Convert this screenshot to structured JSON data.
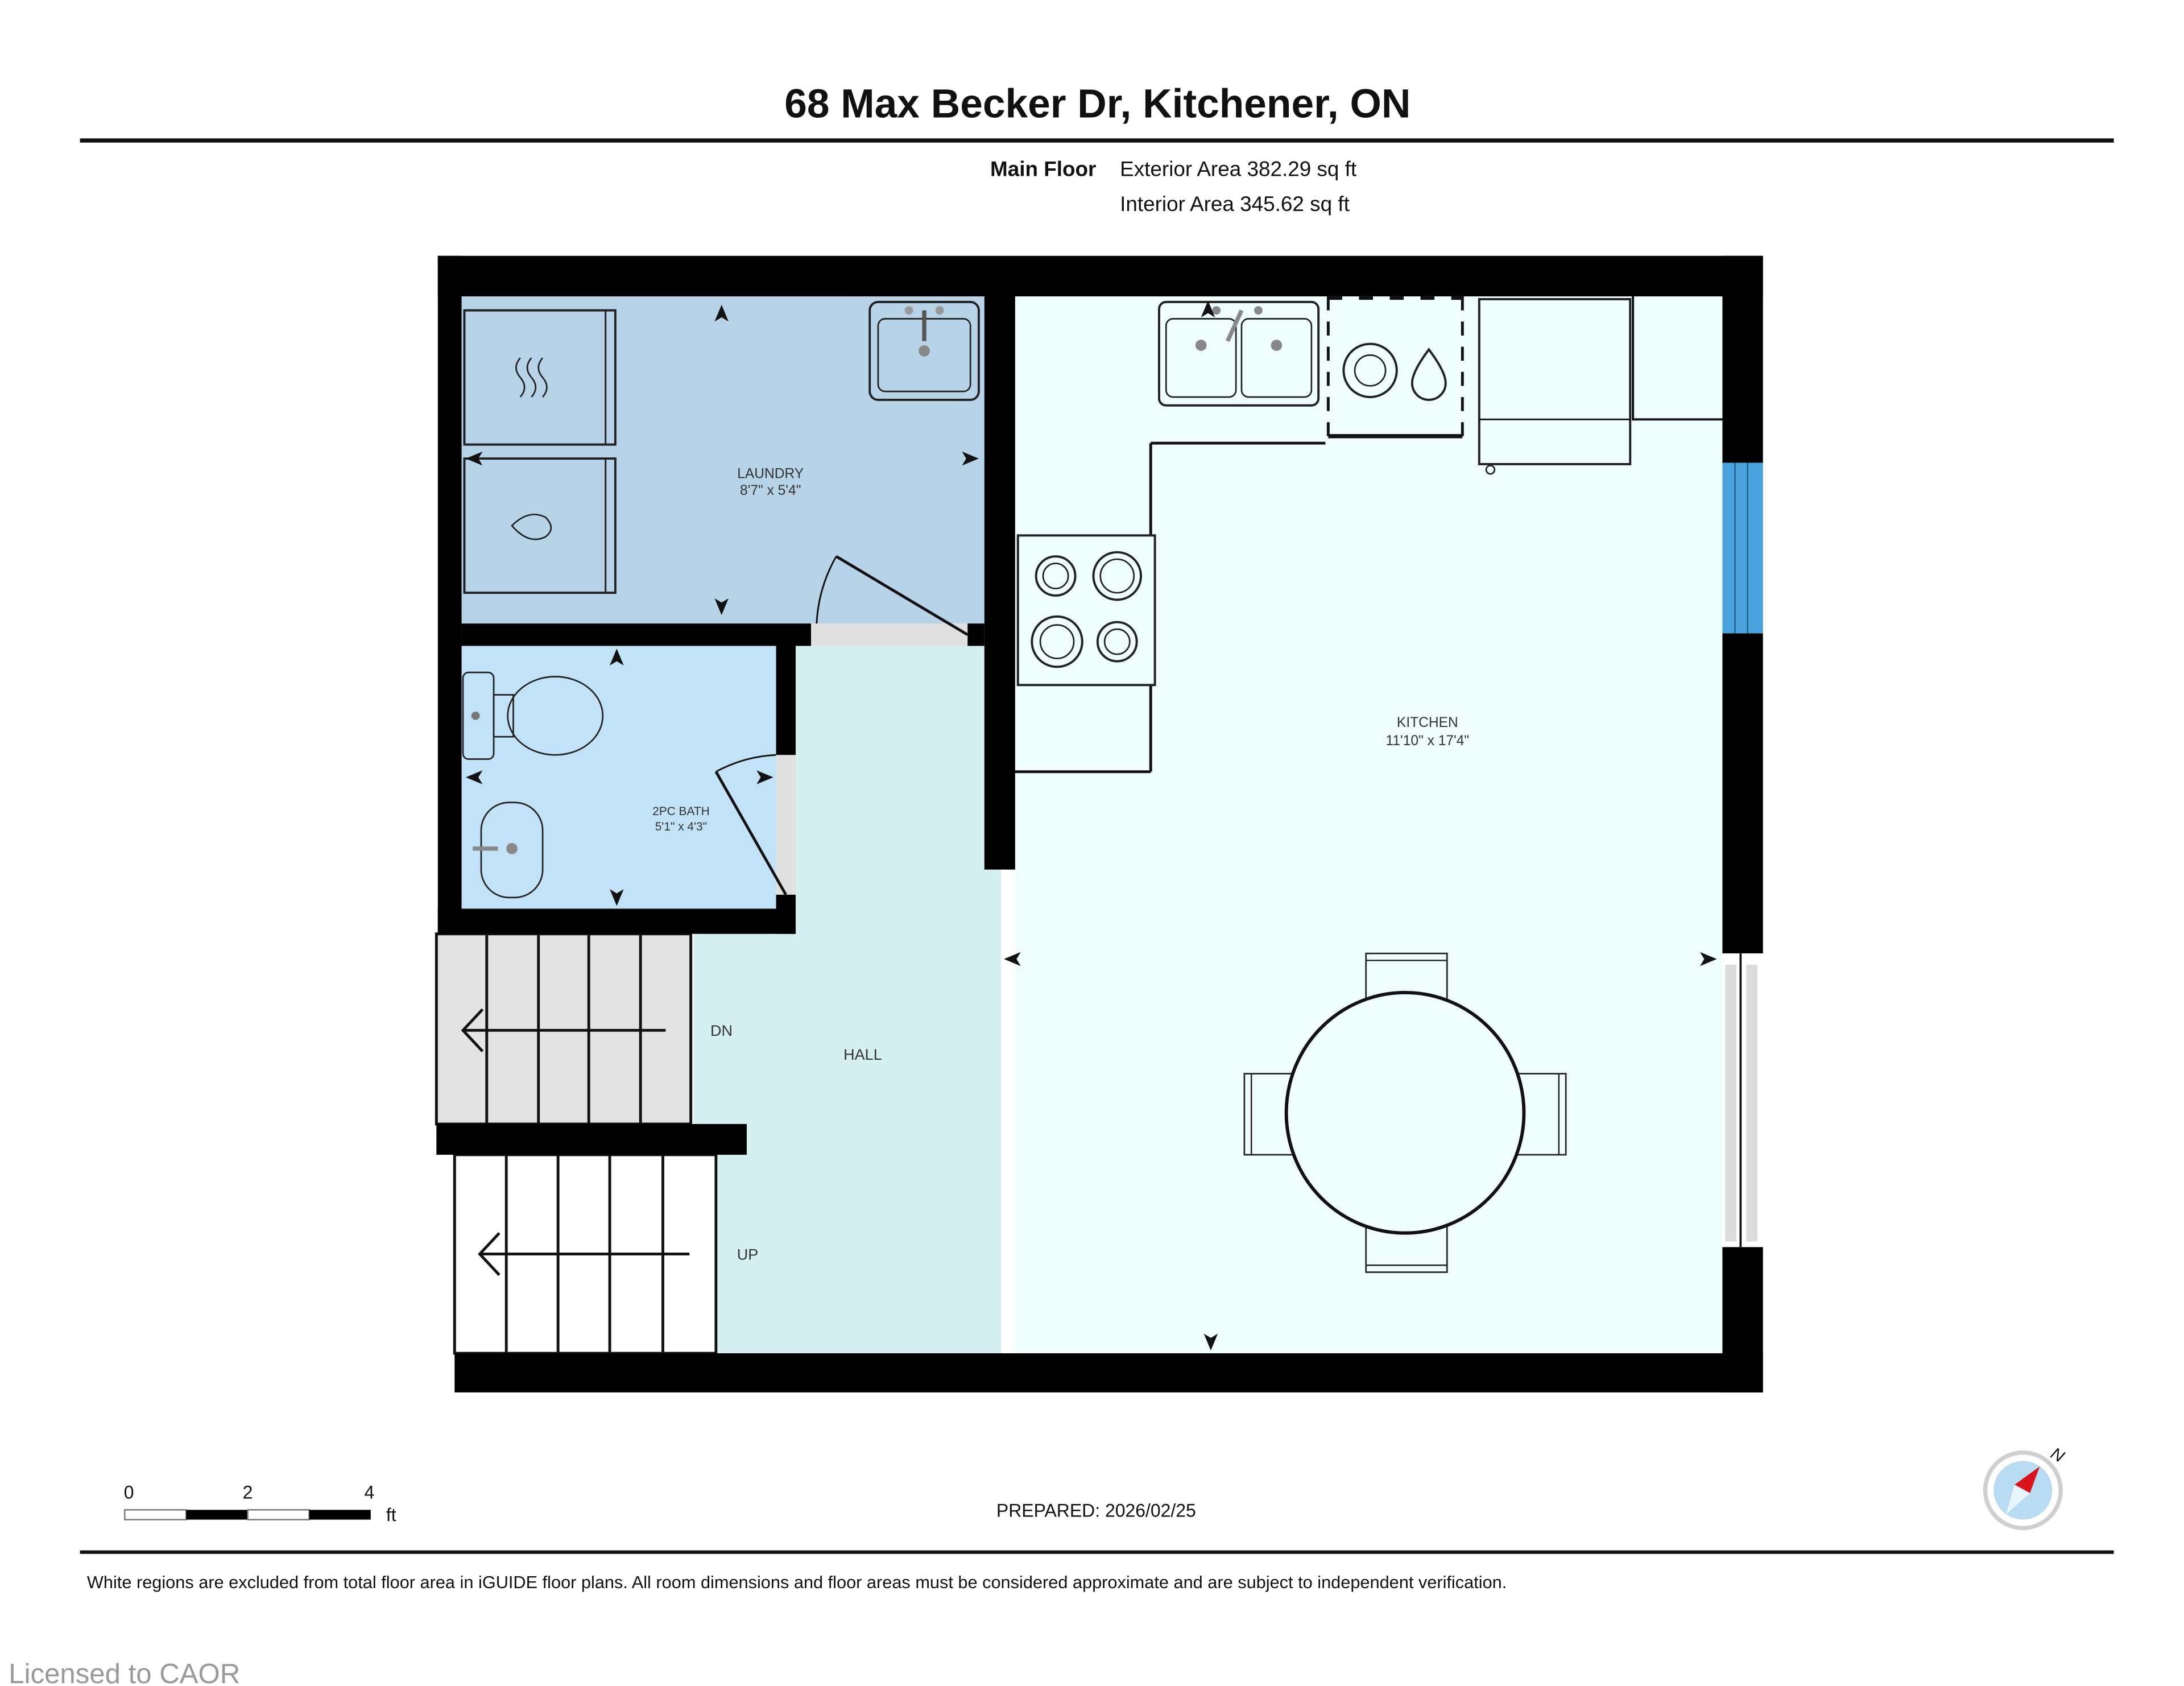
{
  "header": {
    "title": "68 Max Becker Dr, Kitchener, ON",
    "floor_name": "Main Floor",
    "exterior_area": "Exterior Area 382.29 sq ft",
    "interior_area": "Interior Area 345.62 sq ft"
  },
  "rooms": [
    {
      "name": "LAUNDRY",
      "dims": "8'7\" x 5'4\"",
      "color": "#b6d3e8"
    },
    {
      "name": "2PC BATH",
      "dims": "5'1\" x 4'3\"",
      "color": "#c1e2f7"
    },
    {
      "name": "KITCHEN",
      "dims": "11'10\" x 17'4\"",
      "color": "#effdfc"
    },
    {
      "name": "HALL",
      "dims": "",
      "color": "#d6f0f1"
    }
  ],
  "stairs": {
    "down_label": "DN",
    "up_label": "UP"
  },
  "scale_bar": {
    "ticks": [
      "0",
      "2",
      "4"
    ],
    "unit": "ft"
  },
  "compass": {
    "label": "N",
    "needle_color": "#d8141c",
    "face_color": "#b9dcf3"
  },
  "footer": {
    "prepared": "PREPARED: 2026/02/25",
    "disclaimer": "White regions are excluded from total floor area in iGUIDE floor plans. All room dimensions and floor areas must be considered approximate and are subject to independent verification.",
    "license": "Licensed to CAOR"
  },
  "colors": {
    "wall": "#000000",
    "window": "#4aa3dc",
    "excluded": "#e0e0e0"
  }
}
